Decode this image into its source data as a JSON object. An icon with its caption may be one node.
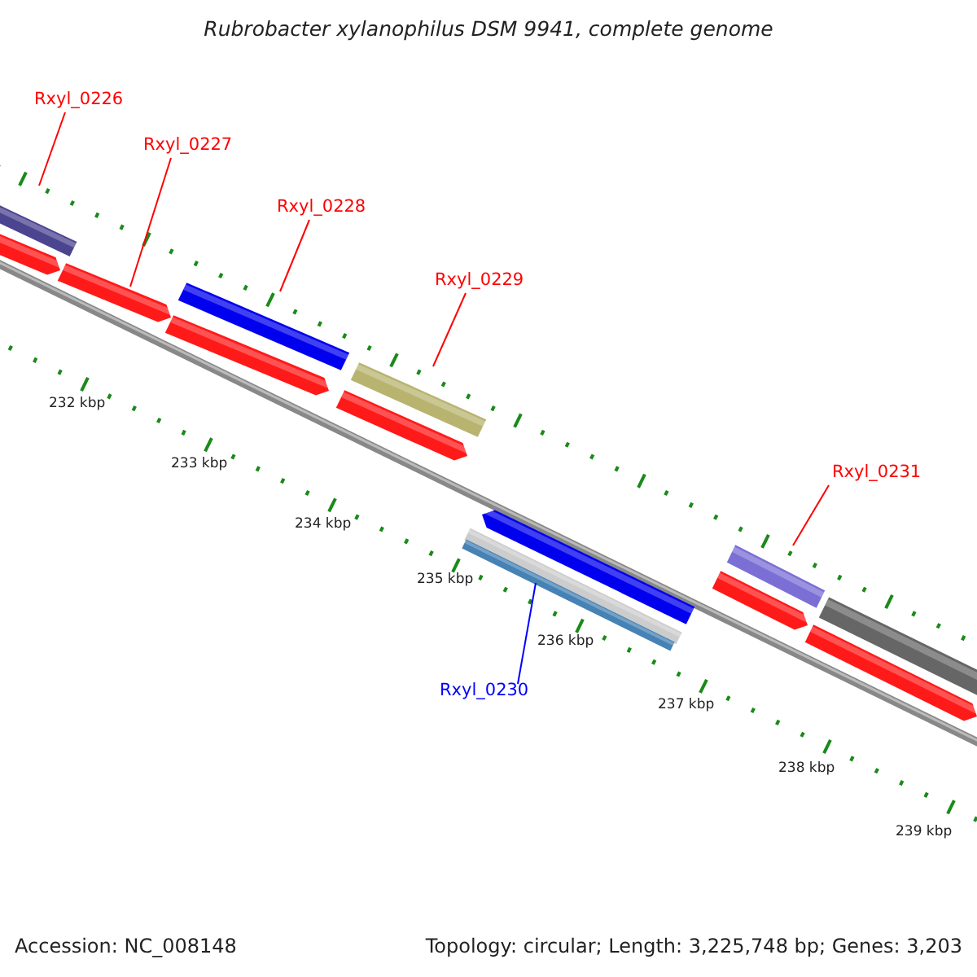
{
  "diagram": {
    "title": "Rubrobacter xylanophilus DSM 9941, complete genome",
    "nodes": [
      {
        "text": [
          "Rxyl_0226"
        ]
      },
      {
        "text": [],
        "shape": "bar"
      },
      {
        "text": [
          "Rxyl_0227"
        ]
      },
      {
        "text": [],
        "shape": "bar"
      },
      {
        "text": [
          "Rxyl_0228"
        ]
      },
      {
        "text": [],
        "shape": "bar"
      },
      {
        "text": [
          "Rxyl_0229"
        ]
      },
      {
        "text": [],
        "shape": "bar"
      },
      {
        "text": [
          "Rxyl_0231"
        ]
      },
      {
        "text": [],
        "shape": "bar"
      },
      {
        "text": [
          "Rxyl_0230"
        ]
      },
      {
        "text": [],
        "shape": "bar"
      }
    ],
    "edges": [
      {
        "from": 0,
        "to": 1,
        "arrow": "none"
      },
      {
        "from": 2,
        "to": 3,
        "arrow": "none"
      },
      {
        "from": 4,
        "to": 5,
        "arrow": "none"
      },
      {
        "from": 6,
        "to": 7,
        "arrow": "none"
      },
      {
        "from": 8,
        "to": 9,
        "arrow": "none"
      },
      {
        "from": 10,
        "to": 11,
        "arrow": "none",
        "color": "#0000ff"
      }
    ],
    "labels": [
      "232 kbp",
      "233 kbp",
      "234 kbp",
      "235 kbp",
      "236 kbp",
      "237 kbp",
      "238 kbp",
      "239 kbp",
      "Accession: NC_008148",
      "Topology: circular; Length: 3,225,748 bp; Genes: 3,203"
    ]
  }
}
